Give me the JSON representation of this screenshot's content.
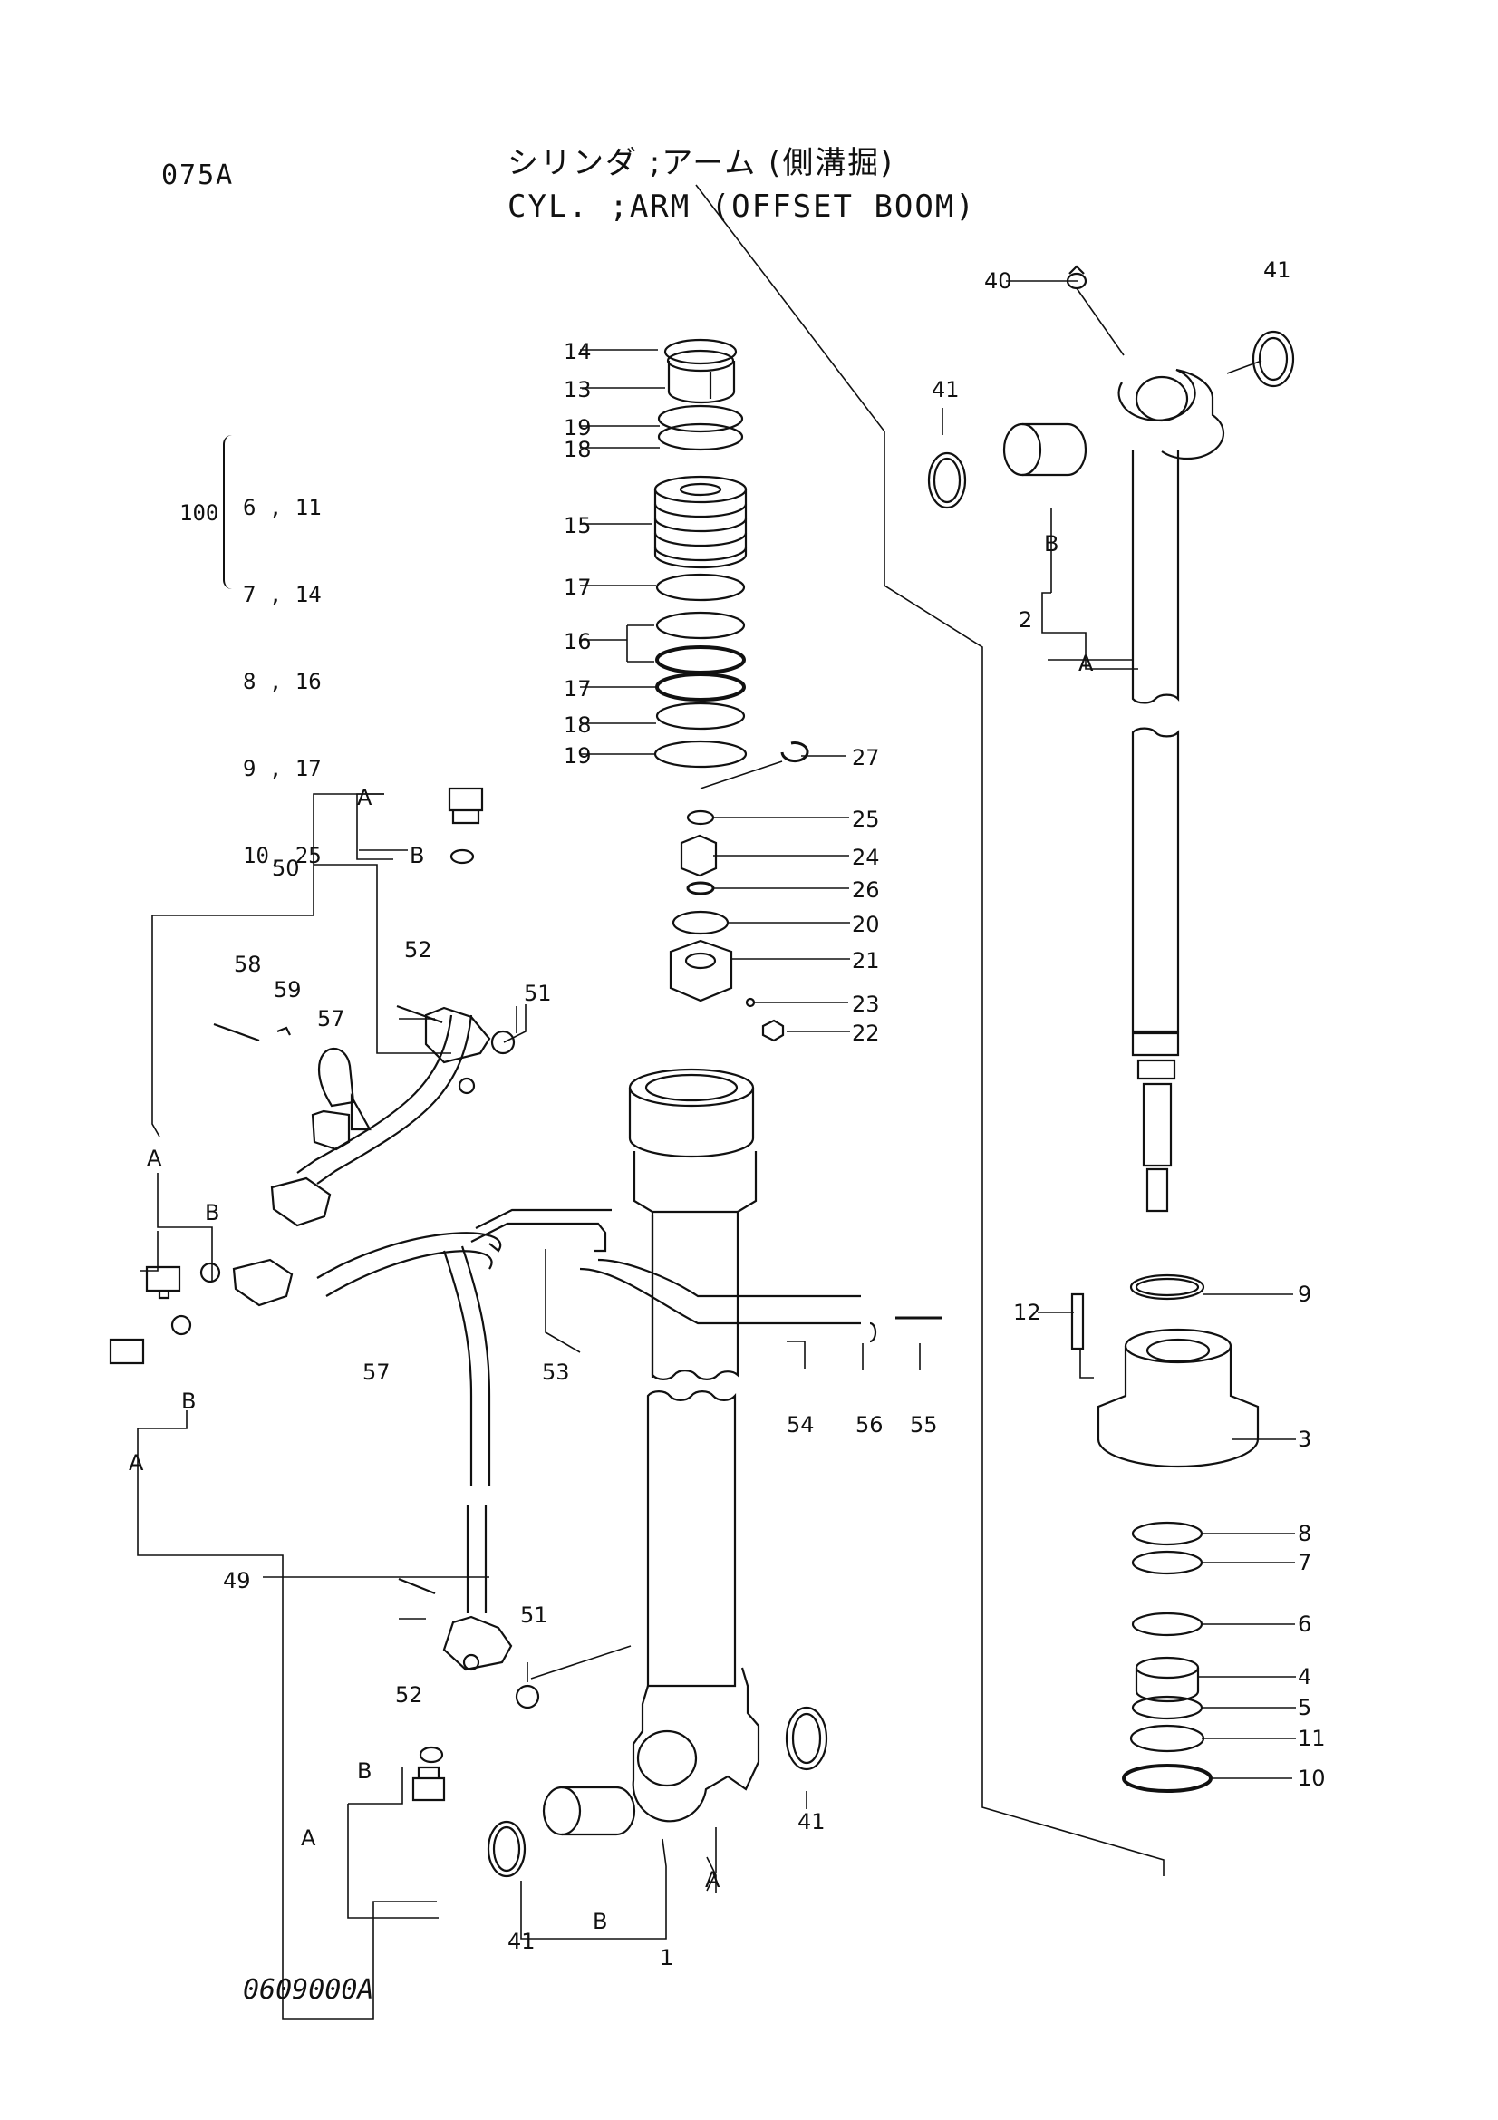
{
  "header": {
    "code": "075A",
    "title_jp": "シリンダ ;アーム (側溝掘)",
    "title_en": "CYL. ;ARM (OFFSET BOOM)"
  },
  "kit": {
    "number": "100",
    "rows": [
      "6 , 11",
      "7 , 14",
      "8 , 16",
      "9 , 17",
      "10, 25"
    ]
  },
  "callouts": {
    "p1": "1",
    "p2": "2",
    "p3": "3",
    "p4": "4",
    "p5": "5",
    "p6": "6",
    "p7": "7",
    "p8": "8",
    "p9": "9",
    "p10": "10",
    "p11": "11",
    "p12": "12",
    "p13": "13",
    "p14": "14",
    "p15": "15",
    "p16": "16",
    "p17": "17",
    "p18": "18",
    "p19": "19",
    "p20": "20",
    "p21": "21",
    "p22": "22",
    "p23": "23",
    "p24": "24",
    "p25": "25",
    "p26": "26",
    "p27": "27",
    "p40": "40",
    "p41": "41",
    "p49": "49",
    "p50": "50",
    "p51": "51",
    "p52": "52",
    "p53": "53",
    "p54": "54",
    "p55": "55",
    "p56": "56",
    "p57": "57",
    "p58": "58",
    "p59": "59",
    "a": "A",
    "b": "B"
  },
  "footer": {
    "drawing_no": "0609000A"
  }
}
